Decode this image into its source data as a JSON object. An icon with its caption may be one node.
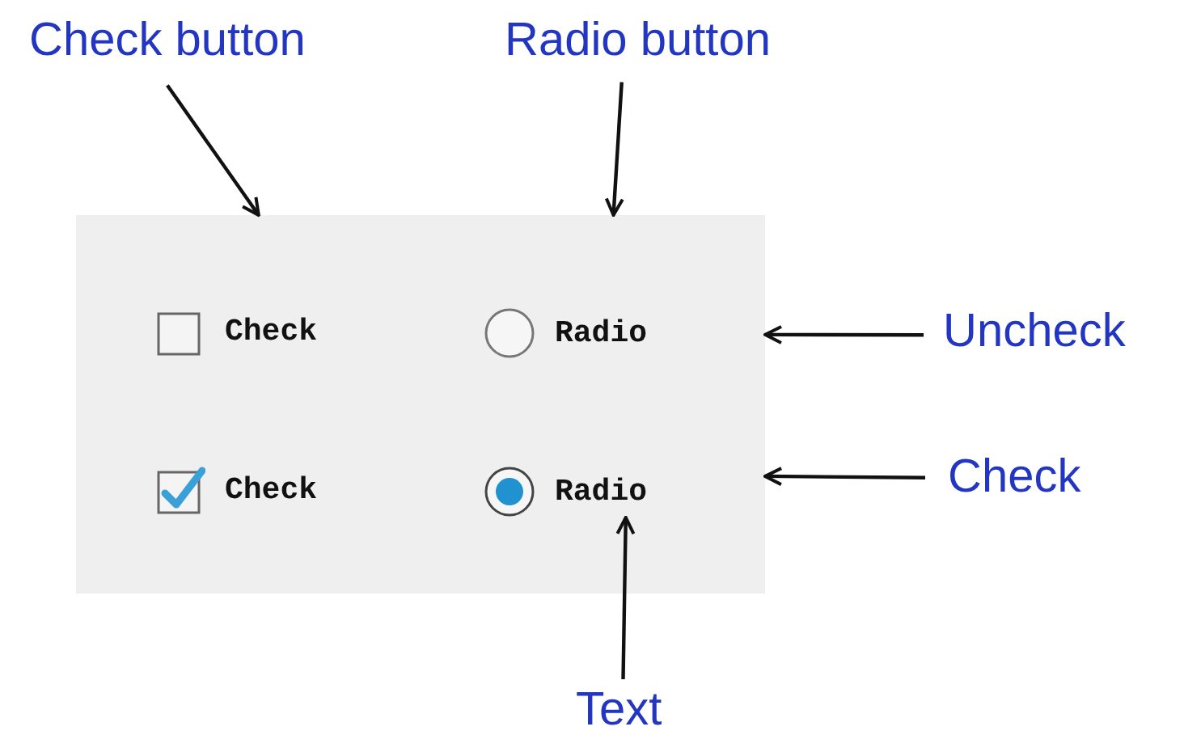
{
  "diagram": {
    "nodes": [
      {
        "text": [],
        "shape": "box"
      },
      {
        "text": [
          "Check"
        ],
        "in": 0
      },
      {
        "text": [
          "Radio"
        ],
        "in": 0
      },
      {
        "text": [
          "Check"
        ],
        "in": 0
      },
      {
        "text": [
          "Radio"
        ],
        "in": 0
      },
      {
        "text": [
          "Check button"
        ]
      },
      {
        "text": [
          "Radio button"
        ]
      },
      {
        "text": [
          "Uncheck"
        ]
      },
      {
        "text": [
          "Check"
        ]
      },
      {
        "text": [
          "Text"
        ]
      }
    ],
    "edges": [
      {
        "from": 5,
        "to": 0,
        "arrow": "to"
      },
      {
        "from": 6,
        "to": 0,
        "arrow": "to"
      },
      {
        "from": 7,
        "to": 0,
        "arrow": "to"
      },
      {
        "from": 8,
        "to": 0,
        "arrow": "to"
      },
      {
        "from": 9,
        "to": 4,
        "arrow": "to"
      }
    ]
  }
}
